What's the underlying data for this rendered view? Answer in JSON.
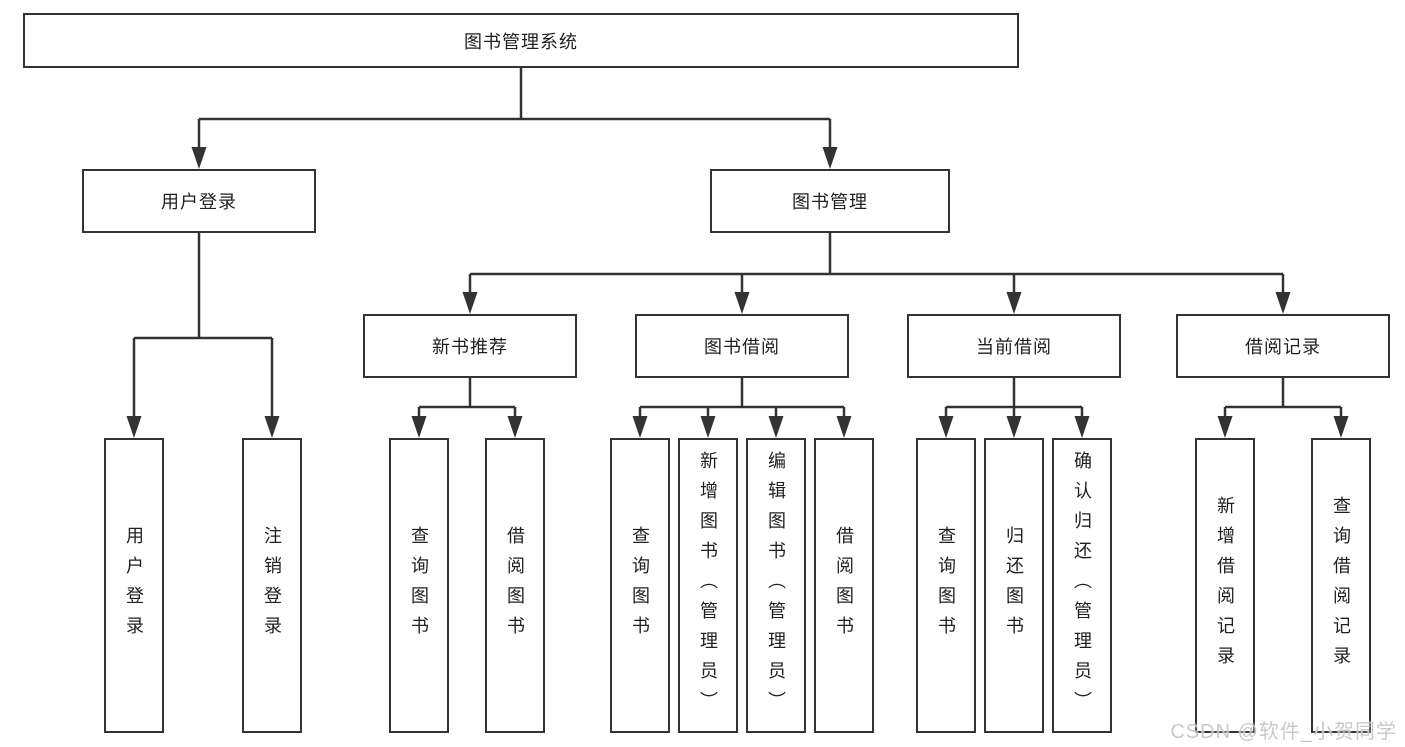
{
  "tree": {
    "label": "图书管理系统",
    "children": [
      {
        "label": "用户登录",
        "children": [
          {
            "label": "用户登录"
          },
          {
            "label": "注销登录"
          }
        ]
      },
      {
        "label": "图书管理",
        "children": [
          {
            "label": "新书推荐",
            "children": [
              {
                "label": "查询图书"
              },
              {
                "label": "借阅图书"
              }
            ]
          },
          {
            "label": "图书借阅",
            "children": [
              {
                "label": "查询图书"
              },
              {
                "label": "新增图书（管理员）"
              },
              {
                "label": "编辑图书（管理员）"
              },
              {
                "label": "借阅图书"
              }
            ]
          },
          {
            "label": "当前借阅",
            "children": [
              {
                "label": "查询图书"
              },
              {
                "label": "归还图书"
              },
              {
                "label": "确认归还（管理员）"
              }
            ]
          },
          {
            "label": "借阅记录",
            "children": [
              {
                "label": "新增借阅记录"
              },
              {
                "label": "查询借阅记录"
              }
            ]
          }
        ]
      }
    ]
  },
  "watermark": {
    "text": "CSDN @软件_小贺同学"
  },
  "colors": {
    "line": "#333333",
    "box_border": "#333333",
    "text": "#1f1f1f",
    "watermark": "#c7c7c7",
    "background": "#ffffff"
  }
}
